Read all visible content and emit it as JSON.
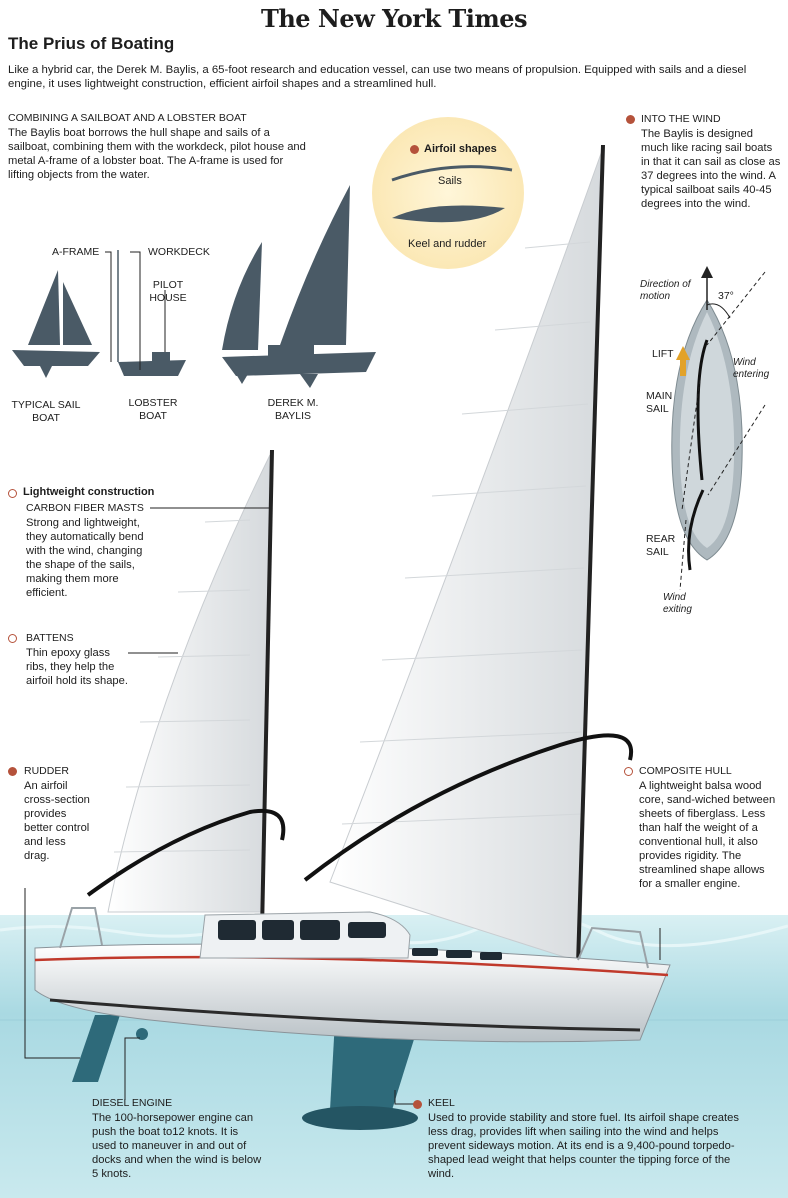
{
  "masthead": "The New York Times",
  "title": "The Prius of Boating",
  "intro": "Like a hybrid car, the Derek M. Baylis, a 65-foot research and education vessel, can use two means of propulsion. Equipped with sails and a diesel engine, it uses lightweight construction, efficient airfoil shapes and a streamlined hull.",
  "combining": {
    "heading": "COMBINING A SAILBOAT AND A LOBSTER BOAT",
    "body": "The Baylis boat borrows the hull shape and sails of a sailboat, combining them with the workdeck, pilot house and metal A-frame of a lobster boat. The A-frame is used for lifting objects from the water.",
    "labels": {
      "a_frame": "A-FRAME",
      "workdeck": "WORKDECK",
      "pilot_house": "PILOT HOUSE"
    },
    "boats": [
      "TYPICAL SAIL BOAT",
      "LOBSTER BOAT",
      "DEREK M. BAYLIS"
    ]
  },
  "airfoil": {
    "heading": "Airfoil shapes",
    "sails": "Sails",
    "keel": "Keel and rudder"
  },
  "wind": {
    "heading": "INTO THE WIND",
    "body": "The Baylis is designed much like racing sail boats in that it can sail as close as 37 degrees into the wind. A typical sailboat sails 40-45 degrees into the wind.",
    "direction": "Direction of motion",
    "angle": "37°",
    "lift": "LIFT",
    "wind_entering": "Wind entering",
    "main_sail": "MAIN SAIL",
    "rear_sail": "REAR SAIL",
    "wind_exiting": "Wind exiting"
  },
  "lightweight": {
    "heading": "Lightweight construction",
    "sub": "CARBON FIBER MASTS",
    "body": "Strong and lightweight, they automatically bend with the wind, changing the shape of the sails, making them more efficient."
  },
  "battens": {
    "heading": "BATTENS",
    "body": "Thin epoxy glass ribs, they help the airfoil hold its shape."
  },
  "rudder": {
    "heading": "RUDDER",
    "body": "An airfoil cross-section provides better control and less drag."
  },
  "hull": {
    "heading": "COMPOSITE HULL",
    "body": "A lightweight balsa wood core, sand-wiched between sheets of fiberglass. Less than half the weight of a conventional hull, it also provides rigidity. The streamlined shape allows for a smaller engine."
  },
  "engine": {
    "heading": "DIESEL ENGINE",
    "body": "The 100-horsepower engine can push the boat to12 knots. It is used to maneuver in and out of docks and when the wind is below 5 knots."
  },
  "keel": {
    "heading": "KEEL",
    "body": "Used to provide stability and store fuel. Its airfoil shape creates less drag, provides lift when sailing into the wind and helps prevent sideways motion. At its end is a 9,400-pound torpedo-shaped lead weight that helps counter the tipping force of the wind."
  },
  "colors": {
    "accent": "#b5523b",
    "silhouette": "#4a5a66",
    "water": "#cfe9ee",
    "hull_stripe": "#c0392b"
  }
}
